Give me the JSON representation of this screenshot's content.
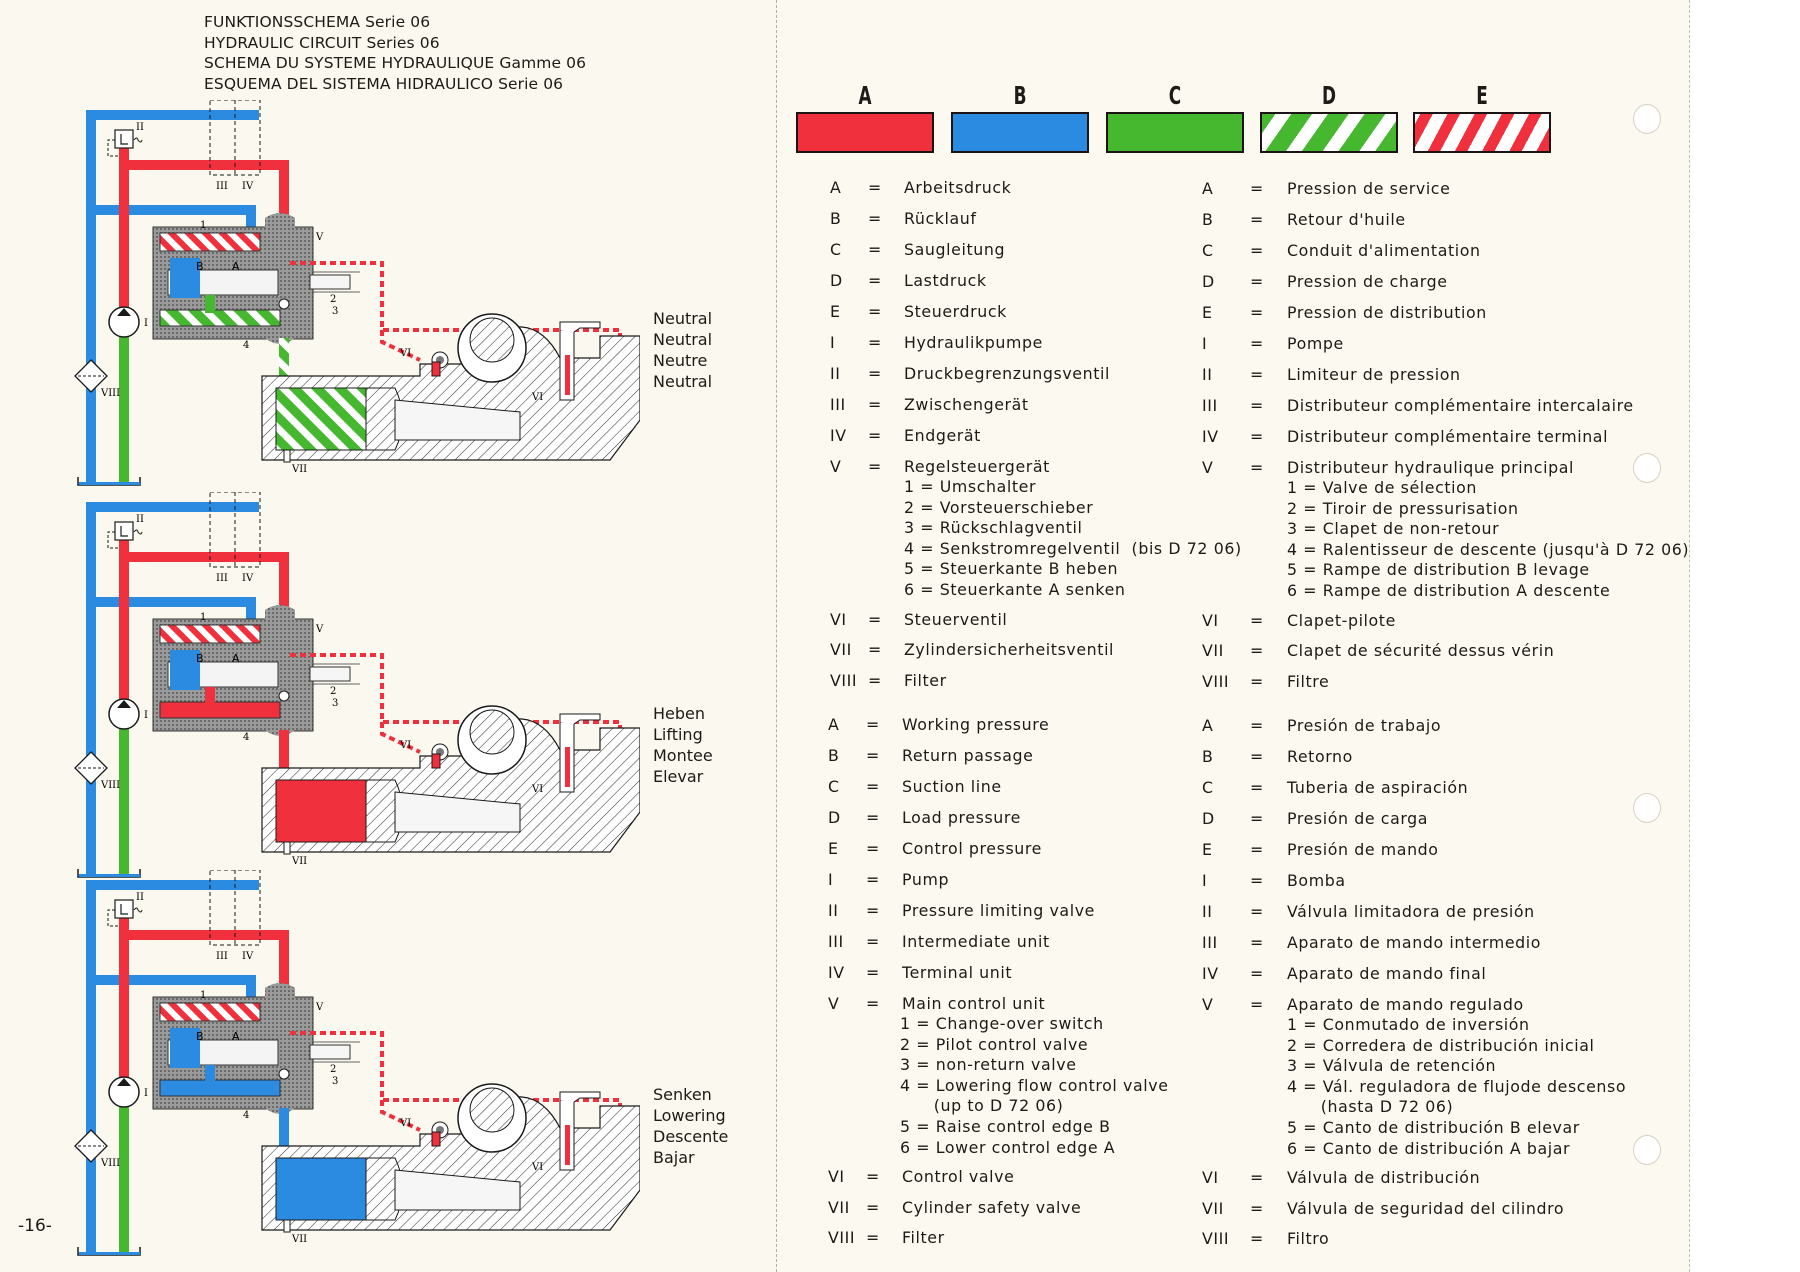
{
  "header": {
    "titles": [
      {
        "main": "FUNKTIONSSCHEMA",
        "series": "Serie 06"
      },
      {
        "main": "HYDRAULIC CIRCUIT",
        "series": "Series 06"
      },
      {
        "main": "SCHEMA DU SYSTEME HYDRAULIQUE",
        "series": "Gamme 06"
      },
      {
        "main": "ESQUEMA DEL SISTEMA HIDRAULICO",
        "series": "Serie 06"
      }
    ]
  },
  "colors": {
    "working_pressure": "#f0303c",
    "return": "#2a8be0",
    "suction": "#46b830",
    "load_pressure_stripe": "#46b830",
    "control_pressure_stripe": "#f0303c",
    "paper": "#fbf8ef",
    "ink": "#1d1a17"
  },
  "diagrams": [
    {
      "mode": [
        "Neutral",
        "Neutral",
        "Neutre",
        "Neutral"
      ],
      "state": "neutral",
      "component_labels": {
        "II": "II",
        "III": "III",
        "IV": "IV",
        "V": "V",
        "I": "I",
        "VIII": "VIII",
        "VI": "VI",
        "VII": "VII",
        "A": "A",
        "B": "B",
        "n1": "1",
        "n2": "2",
        "n3": "3",
        "n4": "4"
      }
    },
    {
      "mode": [
        "Heben",
        "Lifting",
        "Montee",
        "Elevar"
      ],
      "state": "lifting",
      "component_labels": {
        "II": "II",
        "III": "III",
        "IV": "IV",
        "V": "V",
        "I": "I",
        "VIII": "VIII",
        "VI": "VI",
        "VII": "VII",
        "A": "A",
        "B": "B",
        "n1": "1",
        "n2": "2",
        "n3": "3",
        "n4": "4"
      }
    },
    {
      "mode": [
        "Senken",
        "Lowering",
        "Descente",
        "Bajar"
      ],
      "state": "lowering",
      "component_labels": {
        "II": "II",
        "III": "III",
        "IV": "IV",
        "V": "V",
        "I": "I",
        "VIII": "VIII",
        "VI": "VI",
        "VII": "VII",
        "A": "A",
        "B": "B",
        "n1": "1",
        "n2": "2",
        "n3": "3",
        "n4": "4"
      }
    }
  ],
  "page_number": "-16-",
  "legend": {
    "swatches": [
      {
        "letter": "A",
        "style": "solid-red"
      },
      {
        "letter": "B",
        "style": "solid-blue"
      },
      {
        "letter": "C",
        "style": "solid-green"
      },
      {
        "letter": "D",
        "style": "green-white-stripes"
      },
      {
        "letter": "E",
        "style": "red-white-stripes"
      }
    ],
    "eq": "=",
    "german": {
      "rows": [
        {
          "key": "A",
          "val": "Arbeitsdruck"
        },
        {
          "key": "B",
          "val": "Rücklauf"
        },
        {
          "key": "C",
          "val": "Saugleitung"
        },
        {
          "key": "D",
          "val": "Lastdruck"
        },
        {
          "key": "E",
          "val": "Steuerdruck"
        },
        {
          "key": "I",
          "val": "Hydraulikpumpe"
        },
        {
          "key": "II",
          "val": "Druckbegrenzungsventil"
        },
        {
          "key": "III",
          "val": "Zwischengerät"
        },
        {
          "key": "IV",
          "val": "Endgerät"
        },
        {
          "key": "V",
          "val": "Regelsteuergerät"
        }
      ],
      "sub": [
        "1 = Umschalter",
        "2 = Vorsteuerschieber",
        "3 = Rückschlagventil",
        "4 = Senkstromregelventil  (bis D 72 06)",
        "5 = Steuerkante B heben",
        "6 = Steuerkante A senken"
      ],
      "tail": [
        {
          "key": "VI",
          "val": "Steuerventil"
        },
        {
          "key": "VII",
          "val": "Zylindersicherheitsventil"
        },
        {
          "key": "VIII",
          "val": "Filter"
        }
      ]
    },
    "french": {
      "rows": [
        {
          "key": "A",
          "val": "Pression de service"
        },
        {
          "key": "B",
          "val": "Retour d'huile"
        },
        {
          "key": "C",
          "val": "Conduit d'alimentation"
        },
        {
          "key": "D",
          "val": "Pression de charge"
        },
        {
          "key": "E",
          "val": "Pression de distribution"
        },
        {
          "key": "I",
          "val": "Pompe"
        },
        {
          "key": "II",
          "val": "Limiteur de pression"
        },
        {
          "key": "III",
          "val": "Distributeur complémentaire intercalaire"
        },
        {
          "key": "IV",
          "val": "Distributeur complémentaire terminal"
        },
        {
          "key": "V",
          "val": "Distributeur hydraulique principal"
        }
      ],
      "sub": [
        "1 = Valve de sélection",
        "2 = Tiroir de pressurisation",
        "3 = Clapet de non-retour",
        "4 = Ralentisseur de descente (jusqu'à D 72 06)",
        "5 = Rampe de distribution B levage",
        "6 = Rampe de distribution A descente"
      ],
      "tail": [
        {
          "key": "VI",
          "val": "Clapet-pilote"
        },
        {
          "key": "VII",
          "val": "Clapet de sécurité dessus vérin"
        },
        {
          "key": "VIII",
          "val": "Filtre"
        }
      ]
    },
    "english": {
      "rows": [
        {
          "key": "A",
          "val": "Working pressure"
        },
        {
          "key": "B",
          "val": "Return passage"
        },
        {
          "key": "C",
          "val": "Suction line"
        },
        {
          "key": "D",
          "val": "Load pressure"
        },
        {
          "key": "E",
          "val": "Control pressure"
        },
        {
          "key": "I",
          "val": "Pump"
        },
        {
          "key": "II",
          "val": "Pressure limiting valve"
        },
        {
          "key": "III",
          "val": "Intermediate unit"
        },
        {
          "key": "IV",
          "val": "Terminal unit"
        },
        {
          "key": "V",
          "val": "Main control unit"
        }
      ],
      "sub": [
        "1 = Change-over switch",
        "2 = Pilot control valve",
        "3 = non-return valve",
        "4 = Lowering flow control valve",
        "      (up to D 72 06)",
        "5 = Raise control edge B",
        "6 = Lower control edge A"
      ],
      "tail": [
        {
          "key": "VI",
          "val": "Control valve"
        },
        {
          "key": "VII",
          "val": "Cylinder safety valve"
        },
        {
          "key": "VIII",
          "val": "Filter"
        }
      ]
    },
    "spanish": {
      "rows": [
        {
          "key": "A",
          "val": "Presión de trabajo"
        },
        {
          "key": "B",
          "val": "Retorno"
        },
        {
          "key": "C",
          "val": "Tuberia de aspiración"
        },
        {
          "key": "D",
          "val": "Presión de carga"
        },
        {
          "key": "E",
          "val": "Presión de mando"
        },
        {
          "key": "I",
          "val": "Bomba"
        },
        {
          "key": "II",
          "val": "Válvula limitadora de presión"
        },
        {
          "key": "III",
          "val": "Aparato de mando intermedio"
        },
        {
          "key": "IV",
          "val": "Aparato de mando final"
        },
        {
          "key": "V",
          "val": "Aparato de mando regulado"
        }
      ],
      "sub": [
        "1 = Conmutado de inversión",
        "2 = Corredera de distribución inicial",
        "3 = Válvula de retención",
        "4 = Vál. reguladora de flujode descenso",
        "      (hasta D 72 06)",
        "5 = Canto de distribución B elevar",
        "6 = Canto de distribución A bajar"
      ],
      "tail": [
        {
          "key": "VI",
          "val": "Válvula de distribución"
        },
        {
          "key": "VII",
          "val": "Válvula de seguridad del cilindro"
        },
        {
          "key": "VIII",
          "val": "Filtro"
        }
      ]
    }
  }
}
